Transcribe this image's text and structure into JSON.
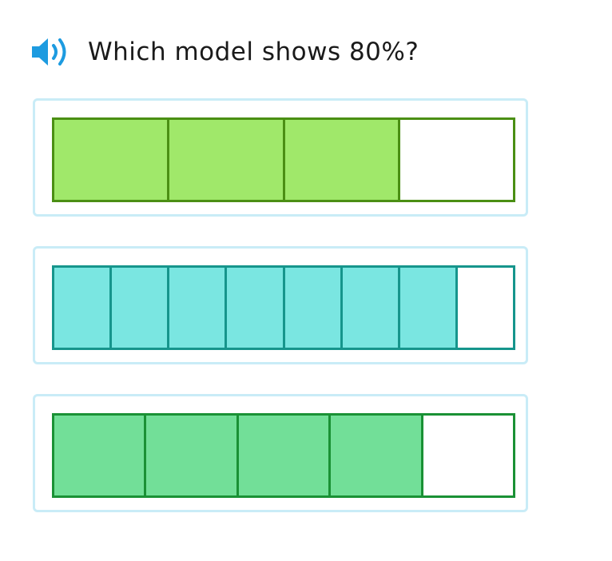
{
  "question": {
    "audio_icon": "speaker-icon",
    "text": "Which model shows 80%?"
  },
  "colors": {
    "speaker": "#1d9be0",
    "choice_border": "#c9ecf7"
  },
  "choices": [
    {
      "id": "choice-1",
      "segments": 4,
      "shaded": 3,
      "fill": "#a0e86a",
      "stroke": "#4b8f14"
    },
    {
      "id": "choice-2",
      "segments": 8,
      "shaded": 7,
      "fill": "#7ae6e1",
      "stroke": "#16958c"
    },
    {
      "id": "choice-3",
      "segments": 5,
      "shaded": 4,
      "fill": "#72df98",
      "stroke": "#1a9135"
    }
  ]
}
